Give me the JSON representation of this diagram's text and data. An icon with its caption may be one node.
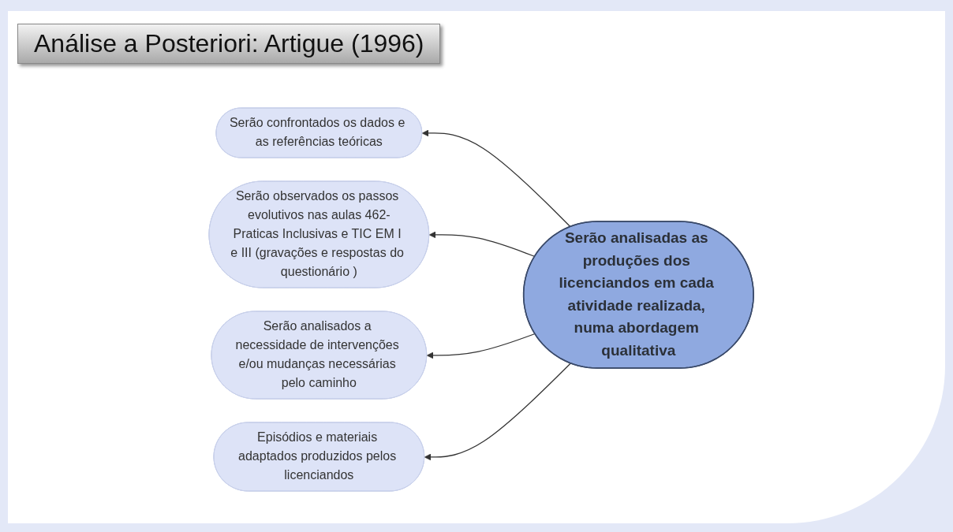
{
  "diagram": {
    "title": "Análise a Posteriori: Artigue (1996)",
    "nodes": [
      {
        "text": [
          "Serão analisadas as produções dos licenciandos em cada atividade realizada, numa abordagem qualitativa"
        ]
      },
      {
        "text": [
          "Serão confrontados os dados e as referências teóricas"
        ]
      },
      {
        "text": [
          "Serão observados os passos evolutivos nas aulas 462-Praticas Inclusivas e TIC EM I e III (gravações e respostas do questionário )"
        ]
      },
      {
        "text": [
          "Serão analisados a necessidade de intervenções e/ou mudanças necessárias pelo caminho"
        ]
      },
      {
        "text": [
          "Episódios e materiais adaptados produzidos pelos licenciandos"
        ]
      }
    ],
    "edges": [
      {
        "from": 0,
        "to": 1,
        "arrow": "to"
      },
      {
        "from": 0,
        "to": 2,
        "arrow": "to"
      },
      {
        "from": 0,
        "to": 3,
        "arrow": "to"
      },
      {
        "from": 0,
        "to": 4,
        "arrow": "to"
      }
    ]
  }
}
